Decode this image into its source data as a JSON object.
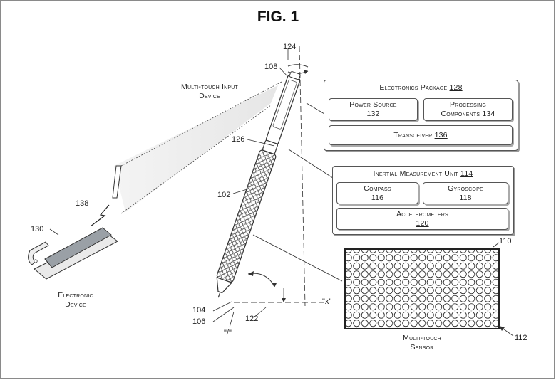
{
  "figure": {
    "title": "FIG. 1"
  },
  "labels": {
    "input_device": [
      "Multi-touch Input",
      "Device"
    ],
    "electronic_device": [
      "Electronic",
      "Device"
    ],
    "sensor": [
      "Multi-touch",
      "Sensor"
    ]
  },
  "refs": {
    "r124": "124",
    "r108": "108",
    "r126": "126",
    "r102": "102",
    "r138": "138",
    "r130": "130",
    "r104": "104",
    "r106": "106",
    "r122": "122",
    "r110": "110",
    "r112": "112",
    "slash": "\"/\"",
    "x": "\"x\""
  },
  "electronics_package": {
    "title": "Electronics Package",
    "title_num": "128",
    "power_source": {
      "label": "Power Source",
      "num": "132"
    },
    "processing": {
      "label1": "Processing",
      "label2": "Components",
      "num": "134"
    },
    "transceiver": {
      "label": "Transceiver",
      "num": "136"
    }
  },
  "imu": {
    "title": "Inertial Measurement Unit",
    "title_num": "114",
    "compass": {
      "label": "Compass",
      "num": "116"
    },
    "gyroscope": {
      "label": "Gyroscope",
      "num": "118"
    },
    "accelerometers": {
      "label": "Accelerometers",
      "num": "120"
    }
  }
}
